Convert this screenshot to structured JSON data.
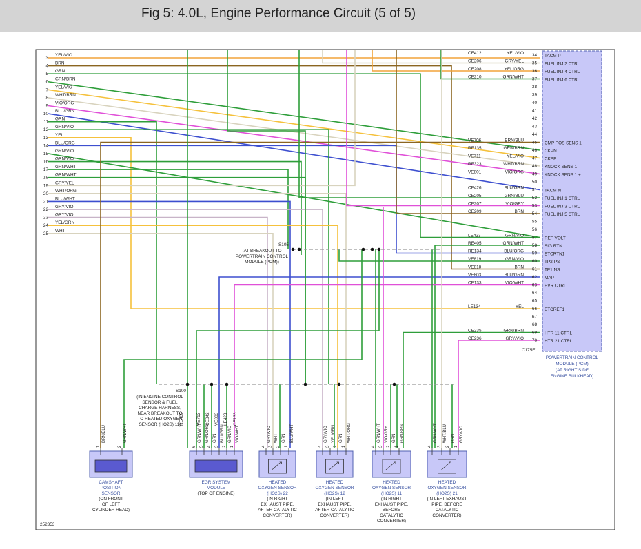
{
  "page": {
    "title": "Fig 5: 4.0L, Engine Performance Circuit (5 of 5)"
  },
  "colors": {
    "YEL": "#f5c13c",
    "GRN": "#2e9e3a",
    "BRN": "#8b6520",
    "BLU": "#3d4fcf",
    "VIO": "#e050d8",
    "ORG": "#f2a43a",
    "WHT": "#d8d3be",
    "BLK": "#222222",
    "GRY": "#c8b4c8",
    "pcm_fill": "#c8c8f8",
    "pcm_text": "#3850a0",
    "frame": "#333333"
  },
  "left_wires": [
    {
      "n": "3",
      "label": "YEL/VIO"
    },
    {
      "n": "4",
      "label": "BRN"
    },
    {
      "n": "5",
      "label": "GRN"
    },
    {
      "n": "6",
      "label": "GRN/BRN"
    },
    {
      "n": "7",
      "label": "YEL/VIO"
    },
    {
      "n": "8",
      "label": "WHT/BRN"
    },
    {
      "n": "9",
      "label": "VIO/ORG"
    },
    {
      "n": "10",
      "label": "BLU/GRN"
    },
    {
      "n": "11",
      "label": "GRN"
    },
    {
      "n": "12",
      "label": "GRN/VIO"
    },
    {
      "n": "13",
      "label": "YEL"
    },
    {
      "n": "14",
      "label": "BLU/ORG"
    },
    {
      "n": "15",
      "label": "GRN/VIO"
    },
    {
      "n": "16",
      "label": "GRN/VIO"
    },
    {
      "n": "17",
      "label": "GRN/WHT"
    },
    {
      "n": "18",
      "label": "GRN/WHT"
    },
    {
      "n": "19",
      "label": "GRY/YEL"
    },
    {
      "n": "20",
      "label": "WHT/ORG"
    },
    {
      "n": "21",
      "label": "BLU/WHT"
    },
    {
      "n": "22",
      "label": "GRY/VIO"
    },
    {
      "n": "23",
      "label": "GRY/VIO"
    },
    {
      "n": "24",
      "label": "YEL/GRN"
    },
    {
      "n": "25",
      "label": "WHT"
    }
  ],
  "pcm_pins": [
    {
      "pin": "34",
      "circuit": "CE412",
      "color": "YEL/VIO",
      "name": "TACM P"
    },
    {
      "pin": "35",
      "circuit": "CE206",
      "color": "GRY/YEL",
      "name": "FUEL INJ 2 CTRL"
    },
    {
      "pin": "36",
      "circuit": "CE208",
      "color": "YEL/ORG",
      "name": "FUEL INJ 4 CTRL"
    },
    {
      "pin": "37",
      "circuit": "CE210",
      "color": "GRN/WHT",
      "name": "FUEL INJ 6 CTRL"
    },
    {
      "pin": "38",
      "circuit": "",
      "color": "",
      "name": ""
    },
    {
      "pin": "39",
      "circuit": "",
      "color": "",
      "name": ""
    },
    {
      "pin": "40",
      "circuit": "",
      "color": "",
      "name": ""
    },
    {
      "pin": "41",
      "circuit": "",
      "color": "",
      "name": ""
    },
    {
      "pin": "42",
      "circuit": "",
      "color": "",
      "name": ""
    },
    {
      "pin": "43",
      "circuit": "",
      "color": "",
      "name": ""
    },
    {
      "pin": "44",
      "circuit": "",
      "color": "",
      "name": ""
    },
    {
      "pin": "45",
      "circuit": "VE706",
      "color": "BRN/BLU",
      "name": "CMP POS SENS 1"
    },
    {
      "pin": "46",
      "circuit": "RE135",
      "color": "GRN/BRN",
      "name": "CKPN"
    },
    {
      "pin": "47",
      "circuit": "VE711",
      "color": "YEL/VIO",
      "name": "CKPP"
    },
    {
      "pin": "48",
      "circuit": "RE323",
      "color": "WHT/BRN",
      "name": "KNOCK SENS 1 -"
    },
    {
      "pin": "49",
      "circuit": "VE801",
      "color": "VIO/ORG",
      "name": "KNOCK SENS 1 +"
    },
    {
      "pin": "50",
      "circuit": "",
      "color": "",
      "name": ""
    },
    {
      "pin": "51",
      "circuit": "CE426",
      "color": "BLU/GRN",
      "name": "TACM N"
    },
    {
      "pin": "52",
      "circuit": "CE205",
      "color": "GRN/BLU",
      "name": "FUEL INJ 1 CTRL"
    },
    {
      "pin": "53",
      "circuit": "CE207",
      "color": "VIO/GRY",
      "name": "FUEL INJ 3 CTRL"
    },
    {
      "pin": "54",
      "circuit": "CE209",
      "color": "BRN",
      "name": "FUEL INJ 5 CTRL"
    },
    {
      "pin": "55",
      "circuit": "",
      "color": "",
      "name": ""
    },
    {
      "pin": "56",
      "circuit": "",
      "color": "",
      "name": ""
    },
    {
      "pin": "57",
      "circuit": "LE423",
      "color": "GRN/VIO",
      "name": "REF VOLT"
    },
    {
      "pin": "58",
      "circuit": "RE405",
      "color": "GRN/WHT",
      "name": "SIG RTN"
    },
    {
      "pin": "59",
      "circuit": "RE134",
      "color": "BLU/ORG",
      "name": "ETCRTN1"
    },
    {
      "pin": "60",
      "circuit": "VE819",
      "color": "GRN/VIO",
      "name": "TP2-PS"
    },
    {
      "pin": "61",
      "circuit": "VE818",
      "color": "BRN",
      "name": "TP1 NS"
    },
    {
      "pin": "62",
      "circuit": "VE803",
      "color": "BLU/GRN",
      "name": "MAP"
    },
    {
      "pin": "63",
      "circuit": "CE133",
      "color": "VIO/WHT",
      "name": "EVR CTRL"
    },
    {
      "pin": "64",
      "circuit": "",
      "color": "",
      "name": ""
    },
    {
      "pin": "65",
      "circuit": "",
      "color": "",
      "name": ""
    },
    {
      "pin": "66",
      "circuit": "LE134",
      "color": "YEL",
      "name": "ETCREF1"
    },
    {
      "pin": "67",
      "circuit": "",
      "color": "",
      "name": ""
    },
    {
      "pin": "68",
      "circuit": "",
      "color": "",
      "name": ""
    },
    {
      "pin": "69",
      "circuit": "CE235",
      "color": "GRN/BRN",
      "name": "HTR 11 CTRL"
    },
    {
      "pin": "70",
      "circuit": "CE236",
      "color": "GRY/VIO",
      "name": "HTR 21 CTRL"
    }
  ],
  "pcm": {
    "connector": "C175E",
    "label": [
      "POWERTRAIN CONTROL",
      "MODULE (PCM)",
      "(AT RIGHT SIDE",
      "ENGINE BULKHEAD)"
    ]
  },
  "splice_s105": {
    "id": "S105",
    "desc": [
      "(AT BREAKOUT TO",
      "POWERTRAIN CONTROL",
      "MODULE (PCM))"
    ]
  },
  "splice_s100": {
    "id": "S100",
    "desc": [
      "(IN ENGINE CONTROL",
      "SENSOR & FUEL",
      "CHARGE HARNESS,",
      "NEAR BREAKOUT TO",
      "TO HEATED OXYGEN",
      "SENSOR (HO2S) 11)"
    ]
  },
  "egr_circuits": [
    "RE405",
    "VE713",
    "CE842",
    "VE803",
    "LE423",
    "CE133"
  ],
  "components": [
    {
      "id": "cmp",
      "pins": [
        [
          "1",
          "BRN/BLU"
        ],
        [
          "2",
          "GRN/WHT"
        ]
      ],
      "label": [
        "CAMSHAFT",
        "POSITION",
        "SENSOR"
      ],
      "sub": [
        "(ON FRONT",
        "OF LEFT",
        "CYLINDER HEAD)"
      ]
    },
    {
      "id": "egr",
      "pins": [
        [
          "6",
          "GRN/WHT"
        ],
        [
          "5",
          "GRN/ORG"
        ],
        [
          "4",
          "GRN"
        ],
        [
          "3",
          "BLU/GRN"
        ],
        [
          "2",
          "GRN/VIO"
        ],
        [
          "1",
          "VIO/WHT"
        ]
      ],
      "label": [
        "EGR SYSTEM",
        "MODULE"
      ],
      "sub": [
        "(TOP OF ENGINE)"
      ]
    },
    {
      "id": "ho2s22",
      "pins": [
        [
          "4",
          "GRY/VIO"
        ],
        [
          "3",
          "WHT"
        ],
        [
          "2",
          "GRN"
        ],
        [
          "1",
          "BLU/WHT"
        ]
      ],
      "label": [
        "HEATED",
        "OXYGEN SENSOR",
        "(HO2S) 22"
      ],
      "sub": [
        "(IN RIGHT",
        "EXHAUST PIPE,",
        "AFTER CATALYTIC",
        "CONVERTER)"
      ]
    },
    {
      "id": "ho2s12",
      "pins": [
        [
          "4",
          "GRY/VIO"
        ],
        [
          "3",
          "YEL/GRN"
        ],
        [
          "2",
          "GRN"
        ],
        [
          "1",
          "WHT/ORG"
        ]
      ],
      "label": [
        "HEATED",
        "OXYGEN SENSOR",
        "(HO2S) 12"
      ],
      "sub": [
        "(IN LEFT",
        "EXHAUST PIPE,",
        "AFTER CATALYTIC",
        "CONVERTER)"
      ]
    },
    {
      "id": "ho2s11",
      "pins": [
        [
          "4",
          "GRN/WHT"
        ],
        [
          "3",
          "VIO/GRY"
        ],
        [
          "2",
          "GRN"
        ],
        [
          "1",
          "GRN/BRN"
        ]
      ],
      "label": [
        "HEATED",
        "OXYGEN SENSOR",
        "(HO2S) 11"
      ],
      "sub": [
        "(IN RIGHT",
        "EXHAUST PIPE,",
        "BEFORE",
        "CATALYTIC",
        "CONVERTER)"
      ]
    },
    {
      "id": "ho2s21",
      "pins": [
        [
          "4",
          "GRN/WHT"
        ],
        [
          "3",
          "WHT/BLU"
        ],
        [
          "2",
          "GRN"
        ],
        [
          "1",
          "GRY/VIO"
        ]
      ],
      "label": [
        "HEATED",
        "OXYGEN SENSOR",
        "(HO2S) 21"
      ],
      "sub": [
        "(IN LEFT EXHAUST",
        "PIPE, BEFORE",
        "CATALYTIC",
        "CONVERTER)"
      ]
    }
  ],
  "figure_id": "252353"
}
